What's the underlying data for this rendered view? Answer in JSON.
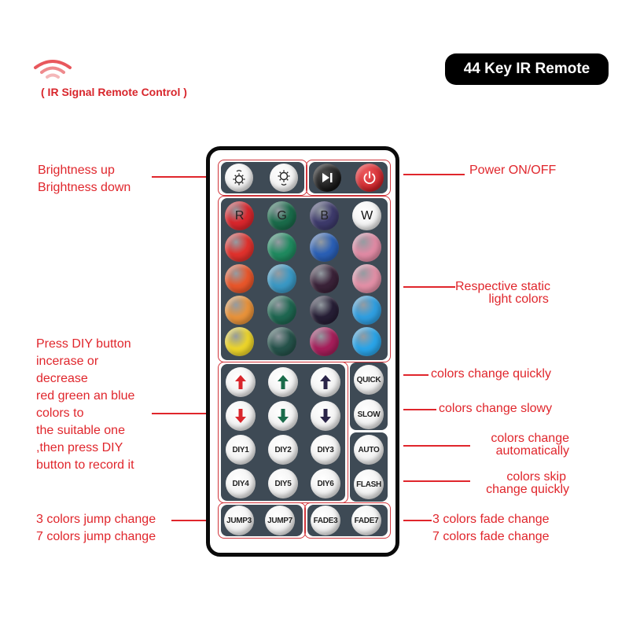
{
  "header": {
    "subtitle": "( IR Signal Remote Control )",
    "title": "44 Key IR Remote",
    "signal_icon": "wifi-signal-icon"
  },
  "colors": {
    "annotation": "#e0262c",
    "panel": "#3e4a55",
    "frame": "#d0343a",
    "remote_border": "#0a0a0a"
  },
  "annotations_left": {
    "brightness": [
      "Brightness up",
      "Brightness down"
    ],
    "diy": [
      "Press DIY button",
      "incerase or",
      "decrease",
      "red green an blue",
      "colors to",
      "the suitable one",
      ",then press DIY",
      "button to record it"
    ],
    "jump": [
      "3 colors jump change",
      "7 colors jump change"
    ]
  },
  "annotations_right": {
    "power": "Power ON/OFF",
    "static": [
      "Respective static",
      "light colors"
    ],
    "quick": "colors change quickly",
    "slow": "colors change slowy",
    "auto": [
      "colors change",
      "automatically"
    ],
    "flash": [
      "colors skip",
      "change quickly"
    ],
    "fade": [
      "3 colors fade change",
      "7 colors fade change"
    ]
  },
  "remote": {
    "top_row": [
      {
        "name": "brightness-up-button",
        "icon": "sun-up-icon",
        "style": "white"
      },
      {
        "name": "brightness-down-button",
        "icon": "sun-down-icon",
        "style": "white"
      },
      {
        "name": "play-pause-button",
        "icon": "play-pause-icon",
        "color": "#1b1b1b"
      },
      {
        "name": "power-button",
        "icon": "power-icon",
        "color": "#d1262b"
      }
    ],
    "color_grid": [
      [
        {
          "label": "R",
          "color": "#d9262c"
        },
        {
          "label": "G",
          "color": "#1a6b4a"
        },
        {
          "label": "B",
          "color": "#3d3a6b"
        },
        {
          "label": "W",
          "color": "#f4f4f4"
        }
      ],
      [
        {
          "label": "",
          "color": "#e0312c"
        },
        {
          "label": "",
          "color": "#1f8a5f"
        },
        {
          "label": "",
          "color": "#2a5fb5"
        },
        {
          "label": "",
          "color": "#e08aa4"
        }
      ],
      [
        {
          "label": "",
          "color": "#e8562a"
        },
        {
          "label": "",
          "color": "#3a98c4"
        },
        {
          "label": "",
          "color": "#3a2238"
        },
        {
          "label": "",
          "color": "#e28fa6"
        }
      ],
      [
        {
          "label": "",
          "color": "#e8923a"
        },
        {
          "label": "",
          "color": "#1e6650"
        },
        {
          "label": "",
          "color": "#261e35"
        },
        {
          "label": "",
          "color": "#2f9ee0"
        }
      ],
      [
        {
          "label": "",
          "color": "#ecd42a"
        },
        {
          "label": "",
          "color": "#25524a"
        },
        {
          "label": "",
          "color": "#a61e5a"
        },
        {
          "label": "",
          "color": "#2aa4e8"
        }
      ]
    ],
    "diy_grid": [
      [
        {
          "label": "",
          "icon": "arrow-up-icon",
          "arrow": "up",
          "arrow_color": "#d9262c",
          "name": "red-up-button"
        },
        {
          "label": "",
          "icon": "arrow-up-icon",
          "arrow": "up",
          "arrow_color": "#1a6b4a",
          "name": "green-up-button"
        },
        {
          "label": "",
          "icon": "arrow-up-icon",
          "arrow": "up",
          "arrow_color": "#2a2448",
          "name": "blue-up-button"
        }
      ],
      [
        {
          "label": "",
          "icon": "arrow-down-icon",
          "arrow": "down",
          "arrow_color": "#d9262c",
          "name": "red-down-button"
        },
        {
          "label": "",
          "icon": "arrow-down-icon",
          "arrow": "down",
          "arrow_color": "#1a6b4a",
          "name": "green-down-button"
        },
        {
          "label": "",
          "icon": "arrow-down-icon",
          "arrow": "down",
          "arrow_color": "#2a2448",
          "name": "blue-down-button"
        }
      ],
      [
        {
          "label": "DIY1",
          "name": "diy1-button"
        },
        {
          "label": "DIY2",
          "name": "diy2-button"
        },
        {
          "label": "DIY3",
          "name": "diy3-button"
        }
      ],
      [
        {
          "label": "DIY4",
          "name": "diy4-button"
        },
        {
          "label": "DIY5",
          "name": "diy5-button"
        },
        {
          "label": "DIY6",
          "name": "diy6-button"
        }
      ]
    ],
    "speed_buttons": [
      {
        "label": "QUICK",
        "name": "quick-button"
      },
      {
        "label": "SLOW",
        "name": "slow-button"
      }
    ],
    "mode_buttons": [
      {
        "label": "AUTO",
        "name": "auto-button"
      },
      {
        "label": "FLASH",
        "name": "flash-button"
      }
    ],
    "jump_buttons": [
      {
        "label": "JUMP3",
        "name": "jump3-button"
      },
      {
        "label": "JUMP7",
        "name": "jump7-button"
      }
    ],
    "fade_buttons": [
      {
        "label": "FADE3",
        "name": "fade3-button"
      },
      {
        "label": "FADE7",
        "name": "fade7-button"
      }
    ]
  }
}
